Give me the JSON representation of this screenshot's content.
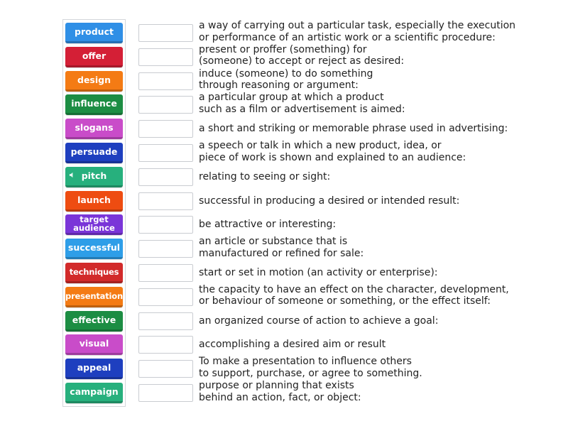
{
  "colors": {
    "blue": "#2f8fe6",
    "red": "#d41f36",
    "orange": "#f47b14",
    "green": "#1c9648",
    "magenta": "#c94cc9",
    "navy": "#1e3fbf",
    "teal": "#27b07d",
    "crimson": "#d22a2a",
    "orangered": "#ee4c11",
    "purple": "#7a35d8",
    "sky": "#2e9ee8"
  },
  "tiles": [
    {
      "label": "product",
      "color": "#2f8fe6"
    },
    {
      "label": "offer",
      "color": "#d41f36"
    },
    {
      "label": "design",
      "color": "#f47b14"
    },
    {
      "label": "influence",
      "color": "#1c8d43"
    },
    {
      "label": "slogans",
      "color": "#c94cc9"
    },
    {
      "label": "persuade",
      "color": "#1e3fbf"
    },
    {
      "label": "pitch",
      "color": "#27b07d",
      "icon": "speaker-icon"
    },
    {
      "label": "launch",
      "color": "#ee4c11"
    },
    {
      "label": "target audience",
      "color": "#7a35d8"
    },
    {
      "label": "successful",
      "color": "#2e9ee8"
    },
    {
      "label": "techniques",
      "color": "#d22a2a"
    },
    {
      "label": "presentation",
      "color": "#f47b14"
    },
    {
      "label": "effective",
      "color": "#1c8d43"
    },
    {
      "label": "visual",
      "color": "#c94cc9"
    },
    {
      "label": "appeal",
      "color": "#1e3fbf"
    },
    {
      "label": "campaign",
      "color": "#27b07d"
    }
  ],
  "definitions": [
    "a way of carrying out a particular task, especially the execution\nor performance of an artistic work or a scientific procedure:",
    "present or proffer (something) for\n(someone) to accept or reject as desired:",
    "induce (someone) to do something\nthrough reasoning or argument:",
    "a particular group at which a product\nsuch as a film or advertisement is aimed:",
    "a short and striking or memorable phrase used in advertising:",
    "a speech or talk in which a new product, idea, or\npiece of work is shown and explained to an audience:",
    "relating to seeing or sight:",
    "successful in producing a desired or intended result:",
    "be attractive or interesting:",
    "an article or substance that is\nmanufactured or refined for sale:",
    "start or set in motion (an activity or enterprise):",
    "the capacity to have an effect on the character, development,\nor behaviour of someone or something, or the effect itself:",
    "an organized course of action to achieve a goal:",
    "accomplishing a desired aim or result",
    "To make a presentation to influence others\nto support, purchase, or agree to something.",
    "purpose or planning that exists\nbehind an action, fact, or object:"
  ]
}
